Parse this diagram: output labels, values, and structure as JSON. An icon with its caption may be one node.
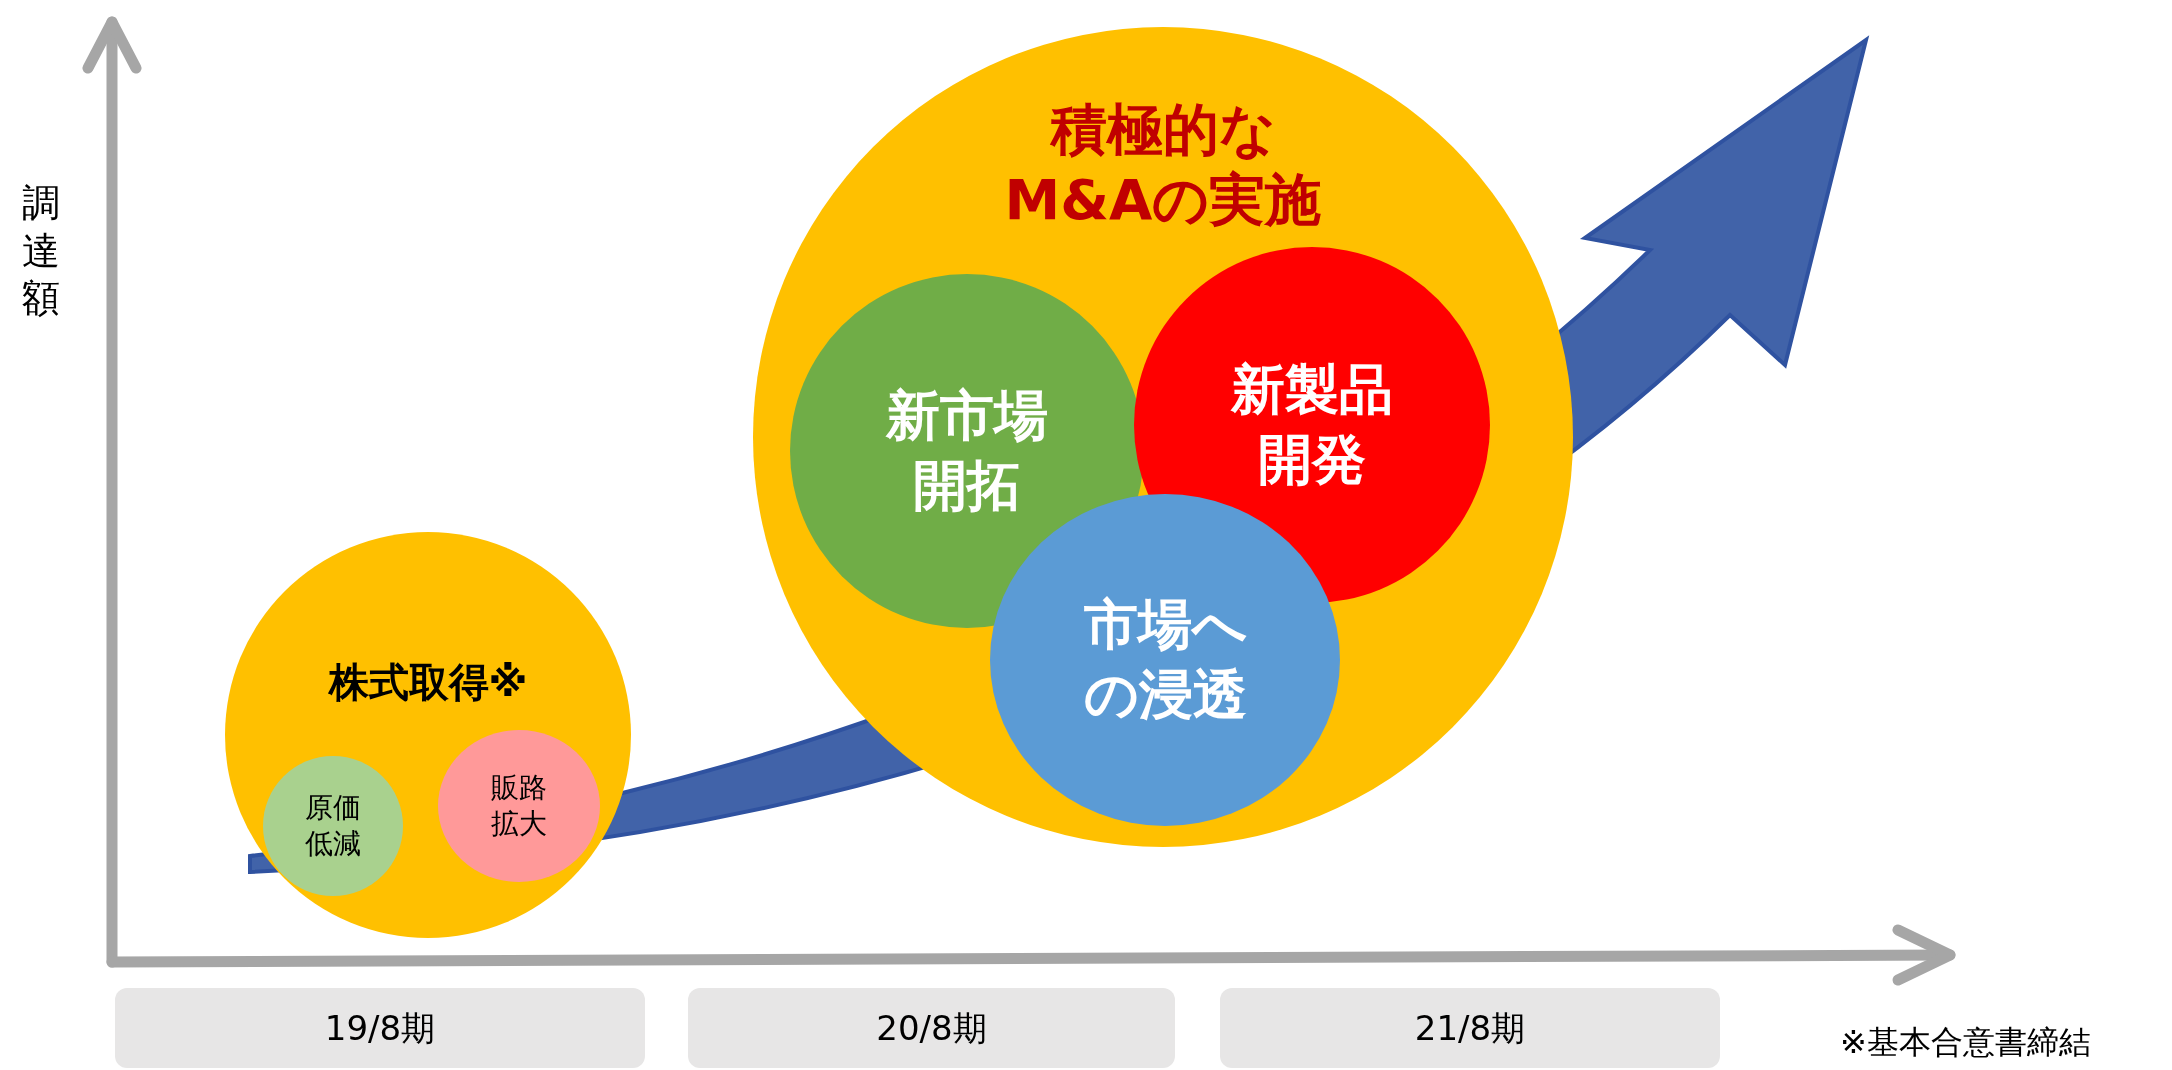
{
  "diagram": {
    "nodes": [
      {
        "text": [
          "株式取得※"
        ]
      },
      {
        "text": [
          "原価低減"
        ],
        "in": 0
      },
      {
        "text": [
          "販路拡大"
        ],
        "in": 0
      },
      {
        "text": [
          "積極的なM&Aの実施"
        ]
      },
      {
        "text": [
          "新市場開拓"
        ],
        "in": 3
      },
      {
        "text": [
          "新製品開発"
        ],
        "in": 3
      },
      {
        "text": [
          "市場への浸透"
        ],
        "in": 3
      },
      {
        "text": [
          "19/8期"
        ]
      },
      {
        "text": [
          "20/8期"
        ]
      },
      {
        "text": [
          "21/8期"
        ]
      }
    ],
    "labels": [
      "調達額",
      "※基本合意書締結"
    ]
  }
}
